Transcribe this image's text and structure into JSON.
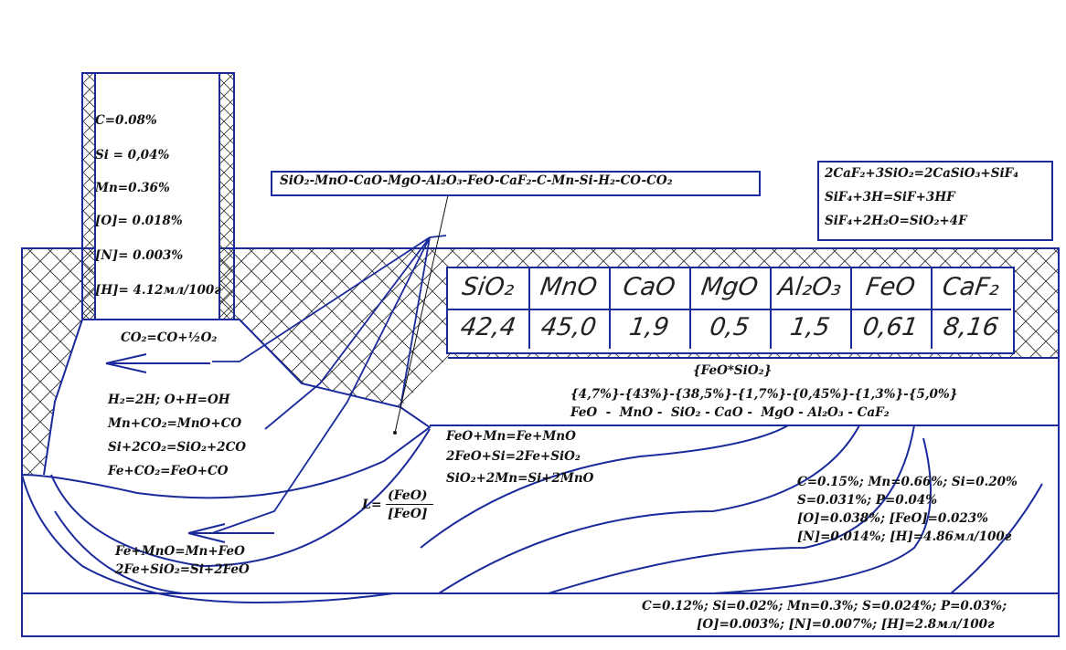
{
  "electrode_composition": {
    "c": "C=0.08%",
    "si": "Si = 0,04%",
    "mn": "Mn=0.36%",
    "o": "[O]= 0.018%",
    "n": "[N]= 0.003%",
    "h": "[H]= 4.12мл/100г"
  },
  "slag_system_label": "SiO₂-MnO-CaO-MgO-Al₂O₃-FeO-CaF₂-C-Mn-Si-H₂-CO-CO₂",
  "fluoride_reactions": [
    "2CaF₂+3SiO₂=2CaSiO₃+SiF₄",
    "SiF₄+3H=SiF+3HF",
    "SiF₄+2H₂O=SiO₂+4F"
  ],
  "flux_table": {
    "headers": [
      "SiO₂",
      "MnO",
      "CaO",
      "MgO",
      "Al₂O₃",
      "FeO",
      "CaF₂"
    ],
    "values": [
      "42,4",
      "45,0",
      "1,9",
      "0,5",
      "1,5",
      "0,61",
      "8,16"
    ]
  },
  "co2_reaction": "CO₂=CO+½O₂",
  "arc_reactions": [
    "H₂=2H; O+H=OH",
    "Mn+CO₂=MnO+CO",
    "Si+2CO₂=SiO₂+2CO",
    "Fe+CO₂=FeO+CO"
  ],
  "slag_layer": {
    "title": "{FeO*SiO₂}",
    "percents": "{4,7%}-{43%}-{38,5%}-{1,7%}-{0,45%}-{1,3%}-{5,0%}",
    "oxides": "FeO  -  MnO -  SiO₂ - CaO -  MgO - Al₂O₃ - CaF₂"
  },
  "slag_metal_reactions": [
    "FeO+Mn=Fe+MnO",
    "2FeO+Si=2Fe+SiO₂",
    "SiO₂+2Mn=Si+2MnO"
  ],
  "distribution": {
    "lhs": "L=",
    "numerator": "(FeO)",
    "denominator": "[FeO]"
  },
  "pool_reactions": [
    "Fe+MnO=Mn+FeO",
    "2Fe+SiO₂=Si+2FeO"
  ],
  "weld_metal_composition": [
    "C=0.15%; Mn=0.66%; Si=0.20%",
    "S=0.031%; P=0.04%",
    "[O]=0.038%; [FeO]=0.023%",
    "[N]=0.014%; [H]=4.86мл/100г"
  ],
  "base_metal_composition": [
    "C=0.12%; Si=0.02%; Mn=0.3%; S=0.024%; P=0.03%;",
    "[O]=0.003%; [N]=0.007%; [H]=2.8мл/100г"
  ],
  "colors": {
    "line": "#1a2a9a",
    "text": "#111111"
  }
}
